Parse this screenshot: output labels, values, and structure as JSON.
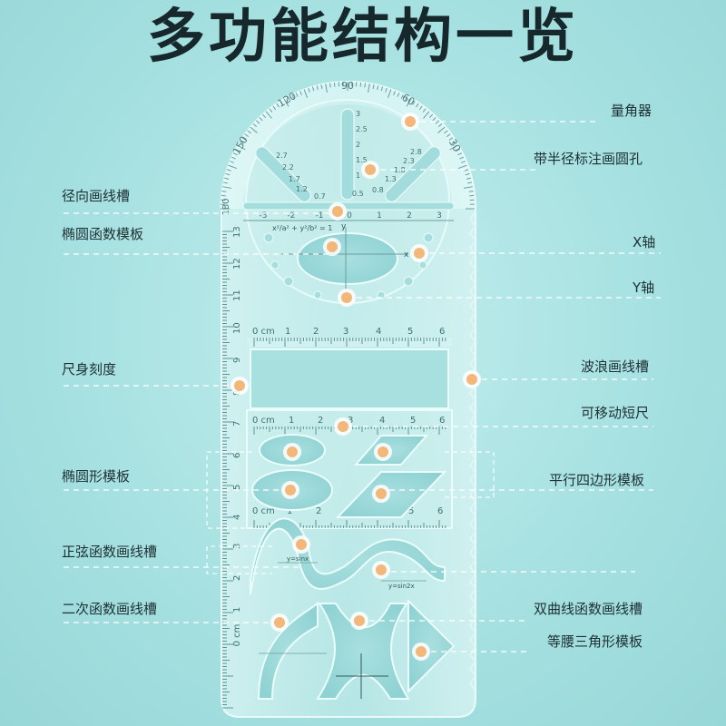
{
  "title": "多功能结构一览",
  "callouts_left": [
    {
      "id": "radial",
      "text": "径向画线槽"
    },
    {
      "id": "ellipse-func",
      "text": "椭圆函数模板"
    },
    {
      "id": "scale",
      "text": "尺身刻度"
    },
    {
      "id": "ellipse-shape",
      "text": "椭圆形模板"
    },
    {
      "id": "sine",
      "text": "正弦函数画线槽"
    },
    {
      "id": "quadratic",
      "text": "二次函数画线槽"
    }
  ],
  "callouts_right": [
    {
      "id": "protractor",
      "text": "量角器"
    },
    {
      "id": "radius-holes",
      "text": "带半径标注画圆孔"
    },
    {
      "id": "x-axis",
      "text": "X轴"
    },
    {
      "id": "y-axis",
      "text": "Y轴"
    },
    {
      "id": "wave",
      "text": "波浪画线槽"
    },
    {
      "id": "short-ruler",
      "text": "可移动短尺"
    },
    {
      "id": "parallelogram",
      "text": "平行四边形模板"
    },
    {
      "id": "hyperbola",
      "text": "双曲线函数画线槽"
    },
    {
      "id": "triangle",
      "text": "等腰三角形模板"
    }
  ],
  "ruler": {
    "protractor_labels": [
      "90",
      "120",
      "60",
      "150",
      "30",
      "180"
    ],
    "side_ticks": [
      "0 cm",
      "1",
      "2",
      "3",
      "4",
      "5",
      "6",
      "7",
      "8",
      "9",
      "10",
      "11",
      "12",
      "13"
    ],
    "radius_left": [
      "2.7",
      "2.2",
      "1.7",
      "1.2",
      "0.7"
    ],
    "radius_center": [
      "3",
      "2.5",
      "2",
      "1.5",
      "1",
      "0.5"
    ],
    "radius_right": [
      "2.8",
      "2.3",
      "1.8",
      "1.3",
      "0.8"
    ],
    "axis_ticks": [
      "-3",
      "-2",
      "-1",
      "0",
      "1",
      "2",
      "3"
    ],
    "ellipse_formula": "x²/a² + y²/b² = 1",
    "short_ruler_ticks": [
      "0 cm",
      "1",
      "2",
      "3",
      "4",
      "5",
      "6"
    ],
    "sine_formula": "y=sinx",
    "sine2_formula": "y=sin2x",
    "axis_x": "x",
    "axis_y": "y"
  },
  "colors": {
    "background": "#a6e0e0",
    "marker": "#f4b77a",
    "leader": "#ffffff",
    "title": "#17282c"
  }
}
